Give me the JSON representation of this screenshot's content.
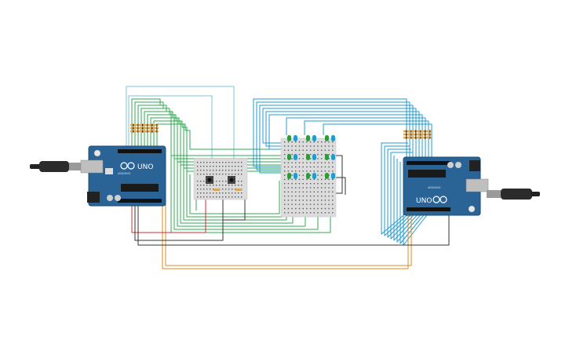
{
  "circuit": {
    "boards": [
      {
        "id": "left",
        "logo": "UNO",
        "brand": "ARDUINO"
      },
      {
        "id": "right",
        "logo": "UNO",
        "brand": "ARDUINO"
      }
    ],
    "wire_colors": {
      "green": "#2fa84f",
      "light_blue": "#7fc4d6",
      "blue": "#1f9bd1",
      "orange": "#e08a1e",
      "red": "#d22b2b",
      "black": "#333333"
    },
    "board_color": "#2a6496",
    "breadboard_color": "#dcdcdc",
    "led_color": "#2e9a3a",
    "resistor_color": "#d9a75a",
    "icons": [
      "usb-cable-icon",
      "arduino-logo-icon"
    ]
  }
}
